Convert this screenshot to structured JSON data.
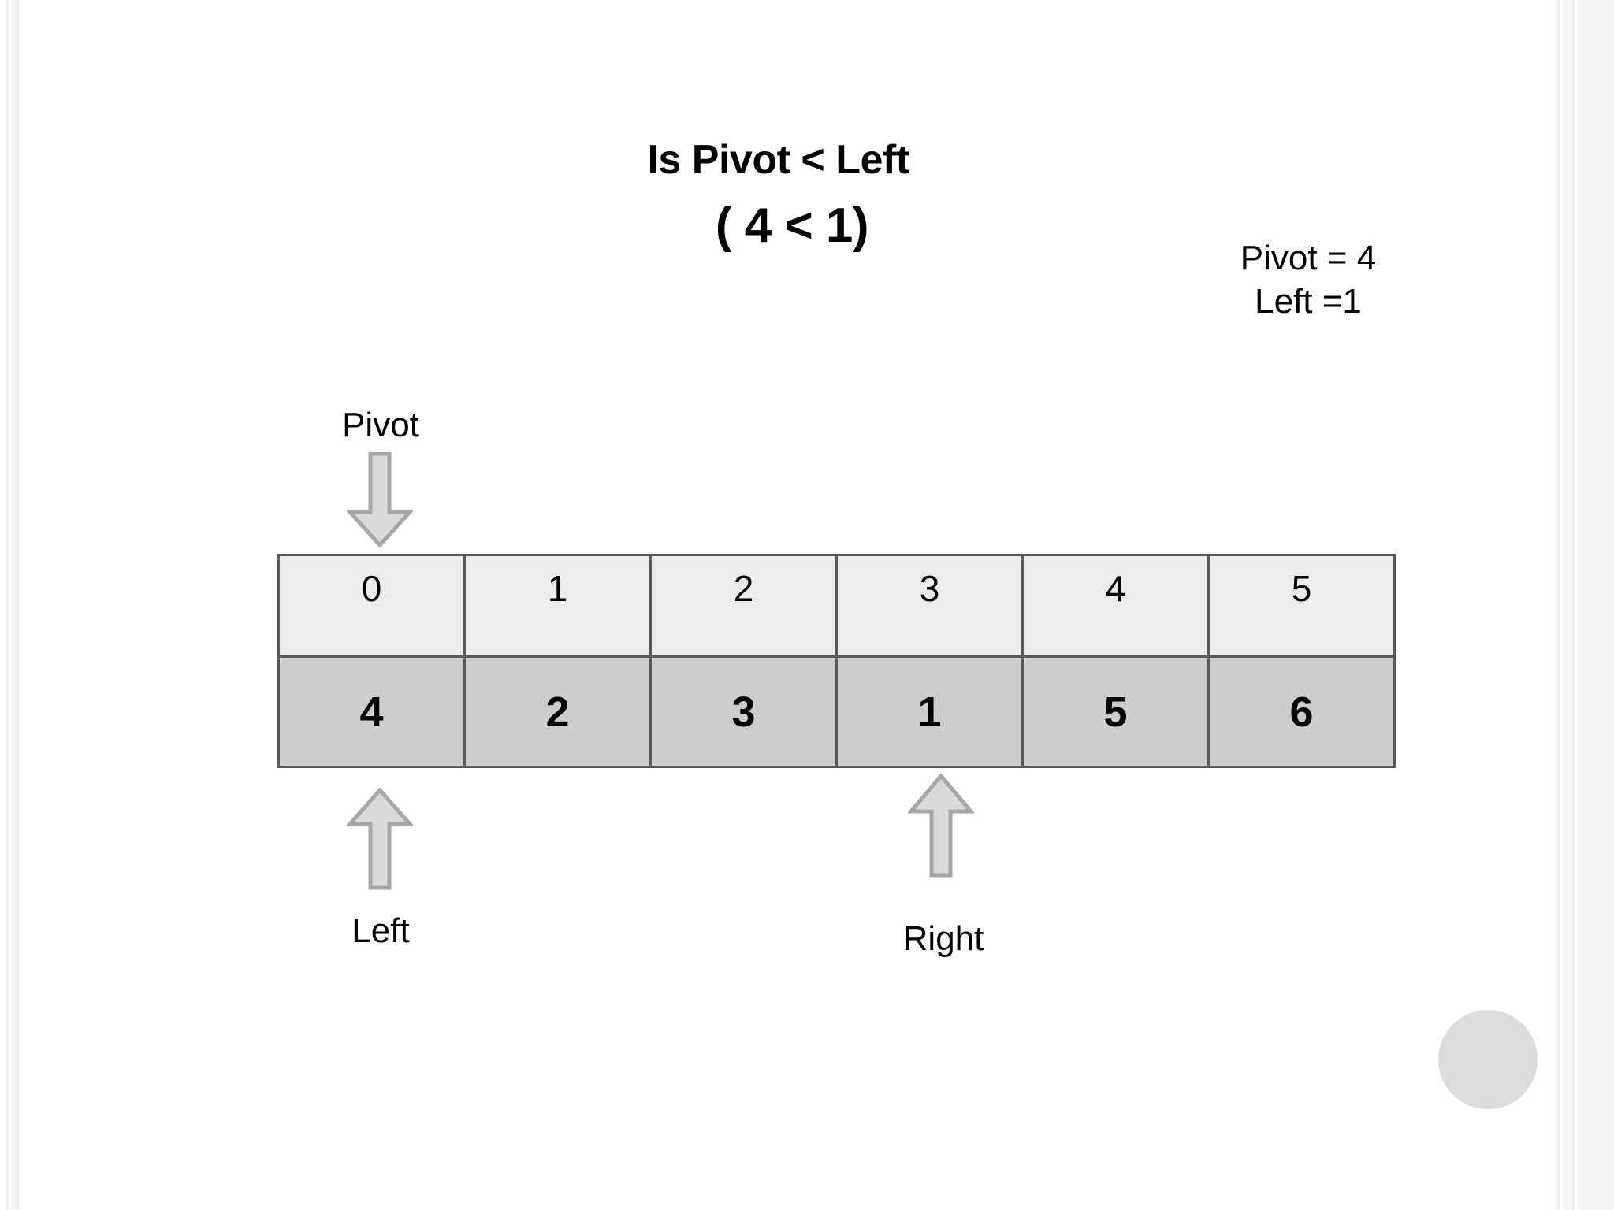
{
  "slide": {
    "title_line_1": "Is Pivot < Left",
    "title_line_2": "( 4 < 1)"
  },
  "legend": {
    "pivot_value_text": "Pivot = 4",
    "left_value_text": "Left =1"
  },
  "array": {
    "index_header": [
      "0",
      "1",
      "2",
      "3",
      "4",
      "5"
    ],
    "values": [
      "4",
      "2",
      "3",
      "1",
      "5",
      "6"
    ]
  },
  "pointers": {
    "pivot_label": "Pivot",
    "left_label": "Left",
    "right_label": "Right",
    "pivot_index": 0,
    "left_index": 0,
    "right_index": 3
  },
  "icons": {
    "pivot_arrow": "arrow-down-icon",
    "left_arrow": "arrow-up-icon",
    "right_arrow": "arrow-up-icon",
    "corner_circle": "circle-shape"
  },
  "colors": {
    "index_cell_fill": "#ececec",
    "value_cell_fill": "#cdcdcd",
    "cell_border": "#595959",
    "arrow_fill": "#d9d9d9",
    "arrow_stroke": "#a6a6a6",
    "circle_fill": "#dcdcdc",
    "text": "#000000",
    "page_background": "#ffffff"
  }
}
